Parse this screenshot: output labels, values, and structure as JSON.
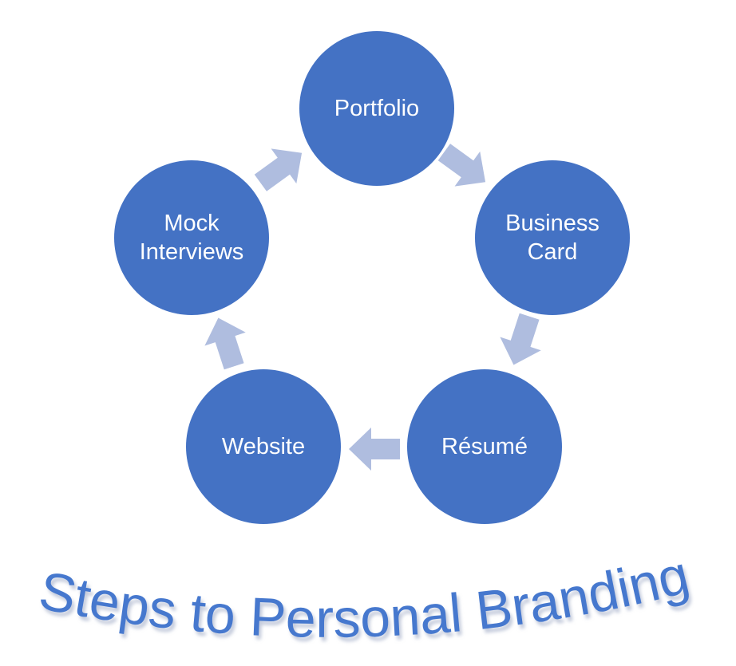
{
  "title": {
    "text": "Steps to Personal Branding",
    "color": "#4678CE",
    "style": "curved-wordart, dipping baseline, soft shadow"
  },
  "diagram": {
    "type": "cycle",
    "direction": "clockwise",
    "node_color": "#4472C4",
    "node_text_color": "#FFFFFF",
    "arrow_color": "#AFBDDF",
    "nodes": [
      {
        "label": "Portfolio",
        "position": "top"
      },
      {
        "label": "Business Card",
        "position": "right"
      },
      {
        "label": "Résumé",
        "position": "bottom-right"
      },
      {
        "label": "Website",
        "position": "bottom-left"
      },
      {
        "label": "Mock Interviews",
        "position": "left"
      }
    ],
    "sequence": [
      "Portfolio → Business Card",
      "Business Card → Résumé",
      "Résumé → Website",
      "Website → Mock Interviews",
      "Mock Interviews → Portfolio"
    ]
  }
}
